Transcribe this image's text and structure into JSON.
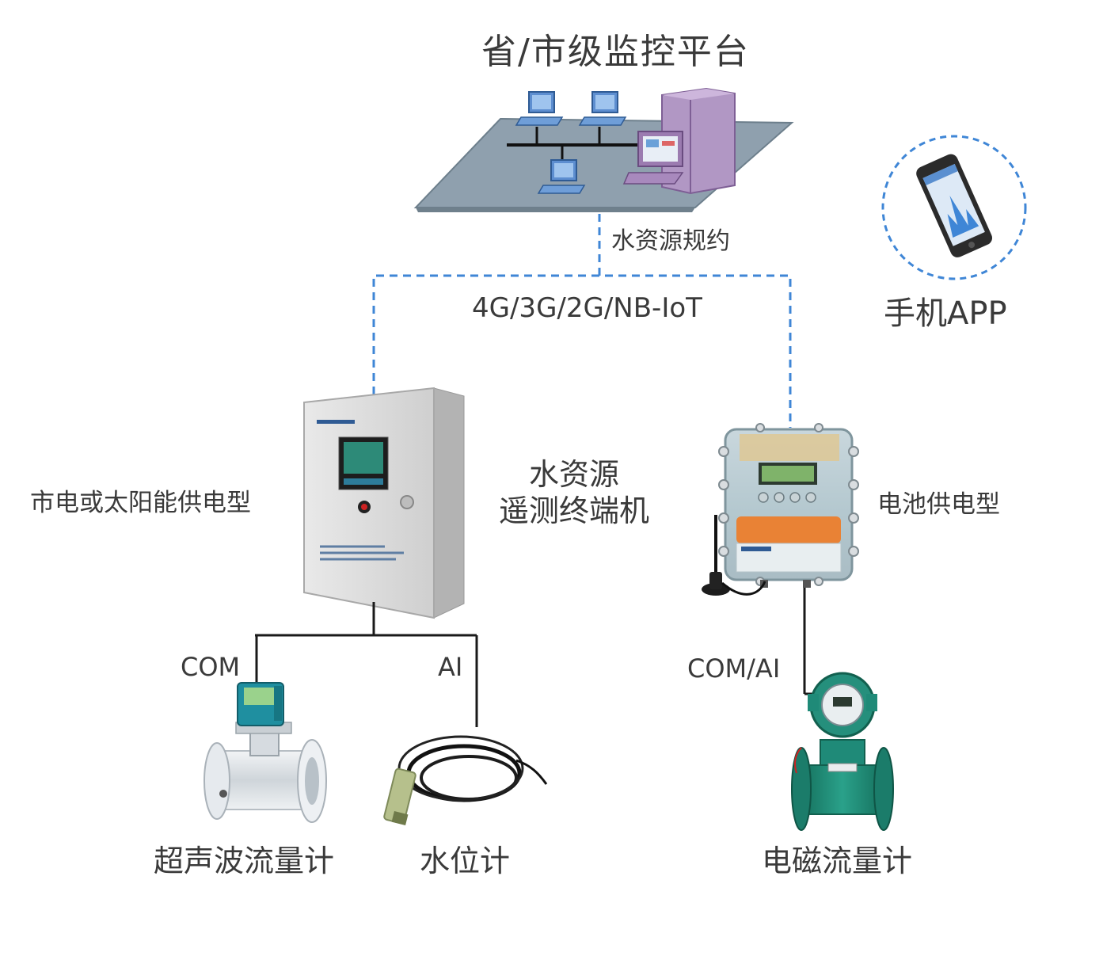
{
  "labels": {
    "platform": "省/市级监控平台",
    "protocol": "水资源规约",
    "network": "4G/3G/2G/NB-IoT",
    "mobile_app": "手机APP",
    "rtu_line1": "水资源",
    "rtu_line2": "遥测终端机",
    "mains_solar": "市电或太阳能供电型",
    "battery": "电池供电型",
    "com": "COM",
    "ai": "AI",
    "com_ai": "COM/AI",
    "ultrasonic": "超声波流量计",
    "water_level": "水位计",
    "electromagnetic": "电磁流量计"
  },
  "colors": {
    "link_dashed": "#3f86d6",
    "wire": "#1a1a1a",
    "platform_floor": "#8a9caa",
    "server": "#a98bbd",
    "cabinet": "#dcdcdc",
    "meter_teal": "#1f8a78",
    "lcd": "#2d8a78"
  },
  "icons": {
    "platform": "network-platform-icon",
    "phone": "smartphone-icon",
    "cabinet": "rtu-cabinet-icon",
    "battery_rtu": "battery-rtu-box-icon",
    "antenna": "antenna-icon",
    "ultrasonic": "ultrasonic-flowmeter-icon",
    "level": "water-level-probe-icon",
    "electromagnetic": "electromagnetic-flowmeter-icon"
  }
}
